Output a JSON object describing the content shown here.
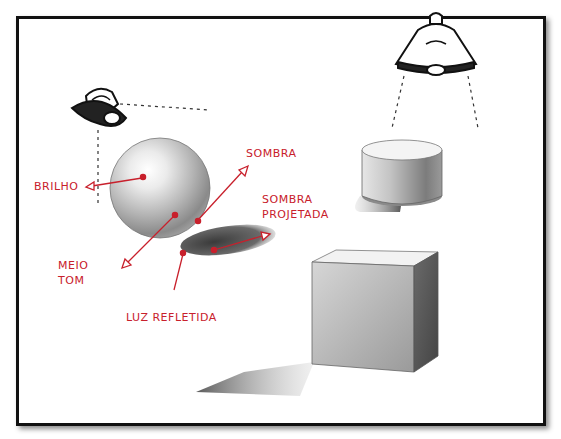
{
  "diagram": {
    "labels": [
      "BRILHO",
      "SOMBRA",
      "SOMBRA PROJETADA",
      "MEIO TOM",
      "LUZ REFLETIDA"
    ]
  }
}
